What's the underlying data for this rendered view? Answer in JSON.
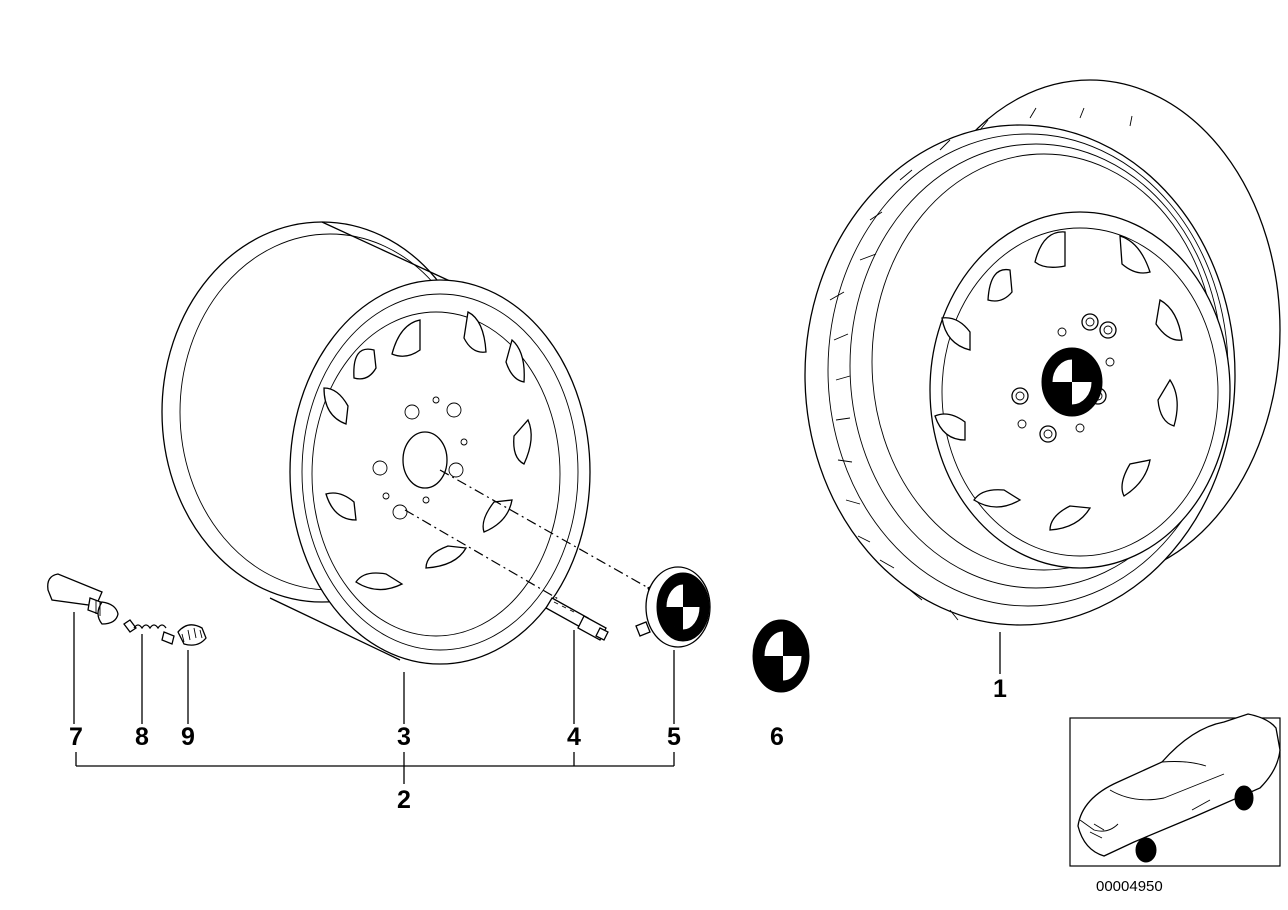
{
  "callouts": {
    "p1": "1",
    "p2": "2",
    "p3": "3",
    "p4": "4",
    "p5": "5",
    "p6": "6",
    "p7": "7",
    "p8": "8",
    "p9": "9"
  },
  "document_id": "00004950",
  "colors": {
    "line": "#000000",
    "background": "#ffffff"
  }
}
